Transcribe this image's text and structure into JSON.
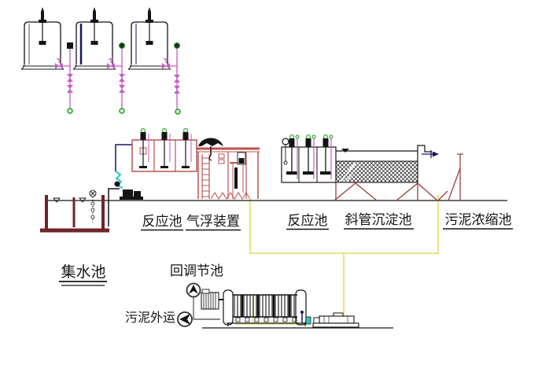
{
  "labels": {
    "collecting_tank": "集水池",
    "reaction_tank_1": "反应池",
    "air_flotation_unit": "气浮装置",
    "reaction_tank_2": "反应池",
    "inclined_tube_settler": "斜管沉淀池",
    "sludge_thickener": "污泥浓缩池",
    "return_regulating_tank": "回调节池",
    "sludge_hauled_away": "污泥外运"
  },
  "colors": {
    "background": "#ffffff",
    "line_black": "#141414",
    "structure_red": "#b85450",
    "structure_maroon": "#6f2424",
    "hopper_red": "#9b3c3c",
    "pipe_magenta": "#c75ac7",
    "pipe_yellow": "#e9e58b",
    "pipe_blue": "#16165e",
    "hose_cyan": "#2fc6c6",
    "marker_green": "#1f9e1f"
  },
  "icons": [
    "agitator-icon",
    "valve-icon",
    "pipe-end-marker-icon",
    "float-level-switch-icon",
    "water-level-icon",
    "transfer-pump-icon",
    "suction-hose-icon",
    "scraper-drive-icon",
    "ladder-icon",
    "tube-module-hatch-icon",
    "weir-outlet-arrow-icon",
    "flow-direction-up-icon",
    "flow-direction-left-icon",
    "filter-press-icon",
    "screw-pump-icon"
  ]
}
